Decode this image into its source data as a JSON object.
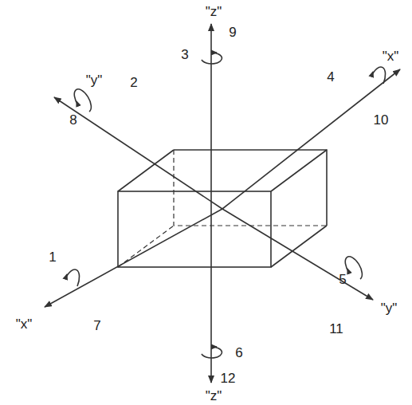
{
  "diagram": {
    "labels": [
      "\"z\"",
      "9",
      "3",
      "\"y\"",
      "2",
      "4",
      "\"x\"",
      "8",
      "10",
      "1",
      "5",
      "\"x\"",
      "\"y\"",
      "7",
      "11",
      "6",
      "12",
      "\"z\""
    ]
  }
}
